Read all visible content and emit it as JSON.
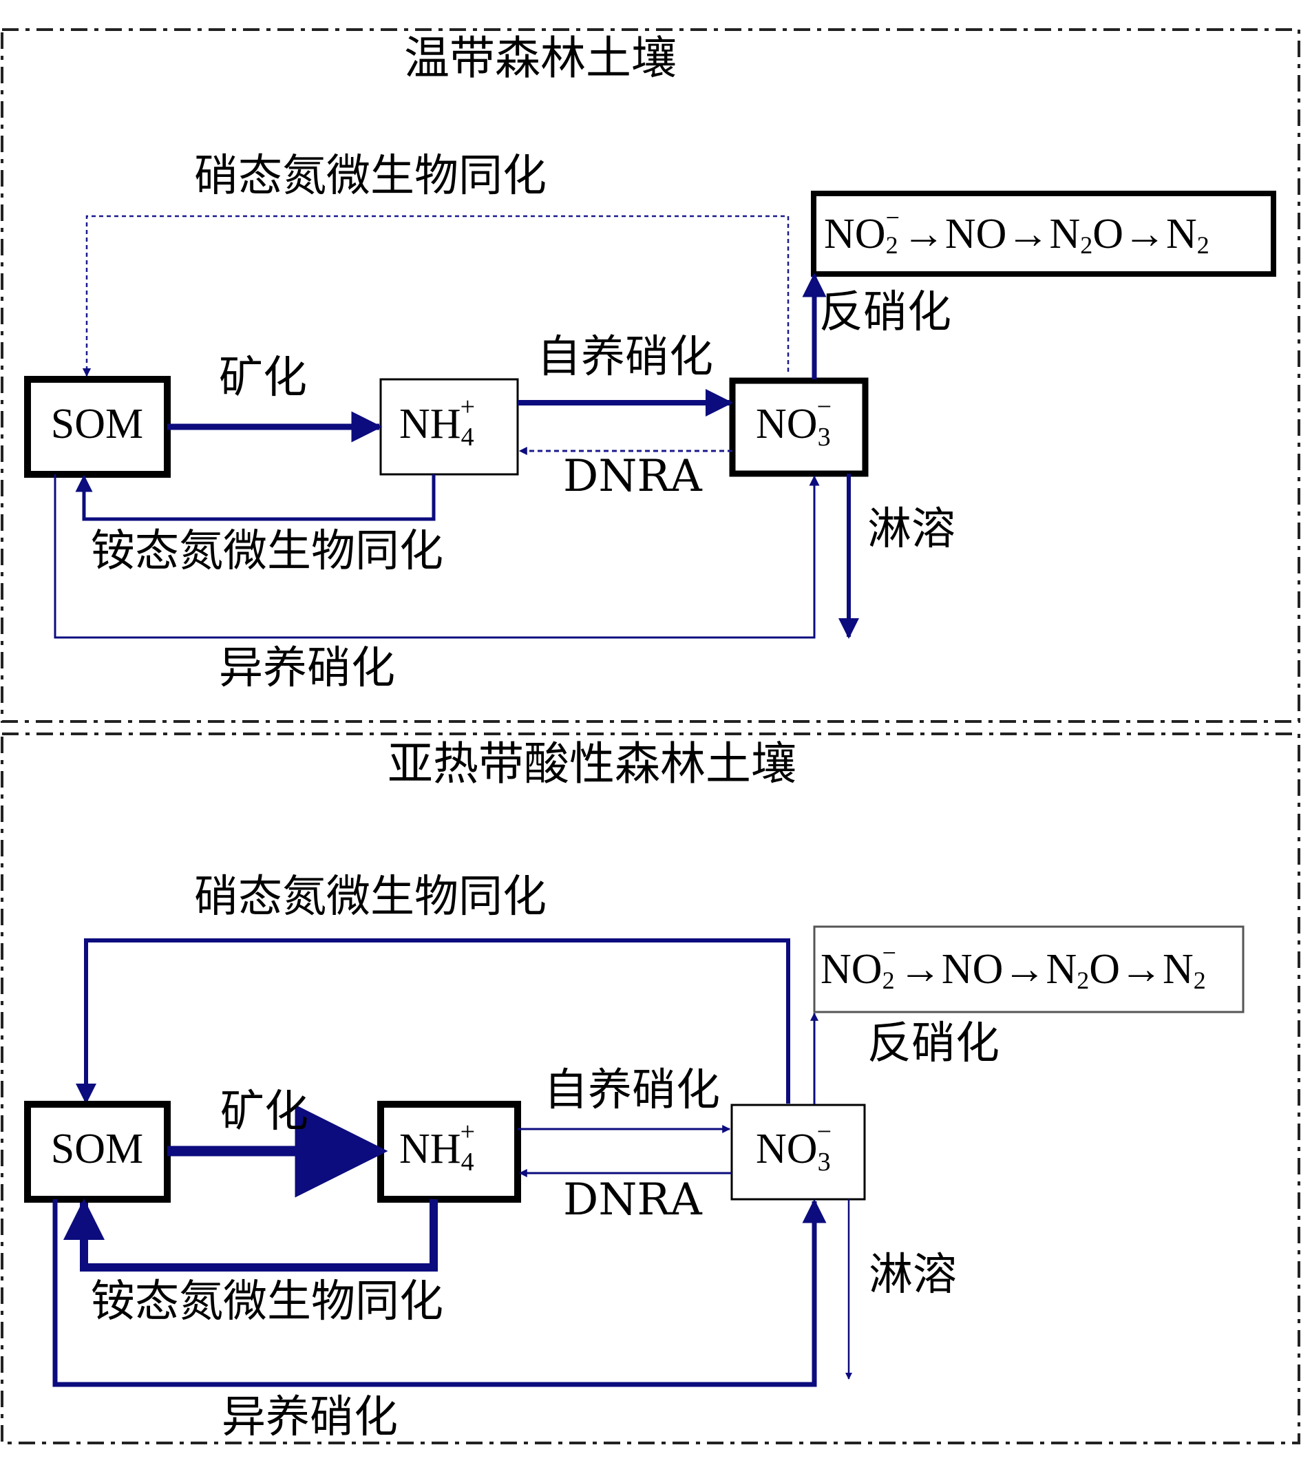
{
  "panels": [
    {
      "title": "温带森林土壤",
      "labels": {
        "nitrate_assimilation": "硝态氮微生物同化",
        "mineralization": "矿化",
        "autotrophic_nitrification": "自养硝化",
        "dnra": "DNRA",
        "denitrification": "反硝化",
        "ammonium_assimilation": "铵态氮微生物同化",
        "leaching": "淋溶",
        "heterotrophic_nitrification": "异养硝化"
      },
      "nodes": {
        "som": "SOM",
        "nh4": {
          "base": "NH",
          "sub": "4",
          "sup": "+"
        },
        "no3": {
          "base": "NO",
          "sub": "3",
          "sup": "−"
        }
      },
      "chain": {
        "no2": "NO",
        "no2_sub": "2",
        "no2_sup": "−",
        "no": "NO",
        "n2o": "N",
        "n2o_sub": "2",
        "n2o_tail": "O",
        "n2": "N",
        "n2_sub": "2"
      }
    },
    {
      "title": "亚热带酸性森林土壤",
      "labels": {
        "nitrate_assimilation": "硝态氮微生物同化",
        "mineralization": "矿化",
        "autotrophic_nitrification": "自养硝化",
        "dnra": "DNRA",
        "denitrification": "反硝化",
        "ammonium_assimilation": "铵态氮微生物同化",
        "leaching": "淋溶",
        "heterotrophic_nitrification": "异养硝化"
      },
      "nodes": {
        "som": "SOM",
        "nh4": {
          "base": "NH",
          "sub": "4",
          "sup": "+"
        },
        "no3": {
          "base": "NO",
          "sub": "3",
          "sup": "−"
        }
      },
      "chain": {
        "no2": "NO",
        "no2_sub": "2",
        "no2_sup": "−",
        "no": "NO",
        "n2o": "N",
        "n2o_sub": "2",
        "n2o_tail": "O",
        "n2": "N",
        "n2_sub": "2"
      }
    }
  ]
}
